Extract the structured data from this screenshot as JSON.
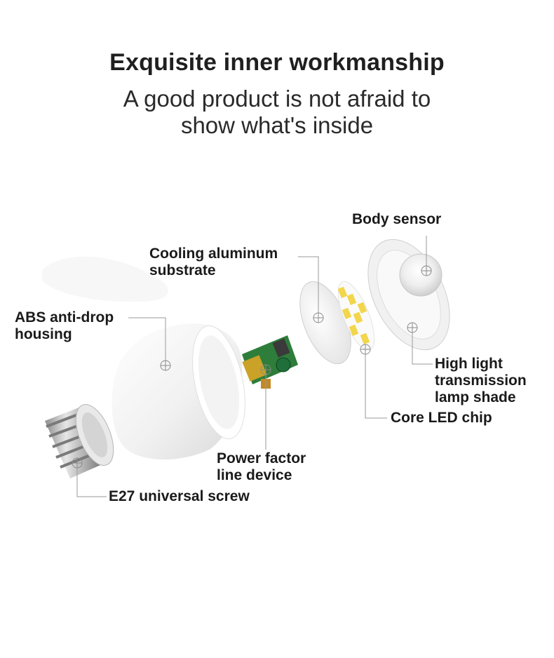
{
  "header": {
    "title": "Exquisite inner workmanship",
    "subtitle_line1": "A good product is not afraid to",
    "subtitle_line2": "show what's inside"
  },
  "labels": {
    "body_sensor": "Body sensor",
    "cooling_line1": "Cooling aluminum",
    "cooling_line2": "substrate",
    "abs_line1": "ABS anti-drop",
    "abs_line2": "housing",
    "high_light_line1": "High light",
    "high_light_line2": "transmission",
    "high_light_line3": "lamp shade",
    "core_led": "Core LED chip",
    "power_line1": "Power factor",
    "power_line2": "line device",
    "e27": "E27 universal screw"
  },
  "colors": {
    "text": "#1a1a1a",
    "leader_line": "#9a9a9a",
    "housing": "#f4f4f4",
    "pcb_green": "#2e7d3a",
    "led_yellow": "#f2d64b"
  }
}
